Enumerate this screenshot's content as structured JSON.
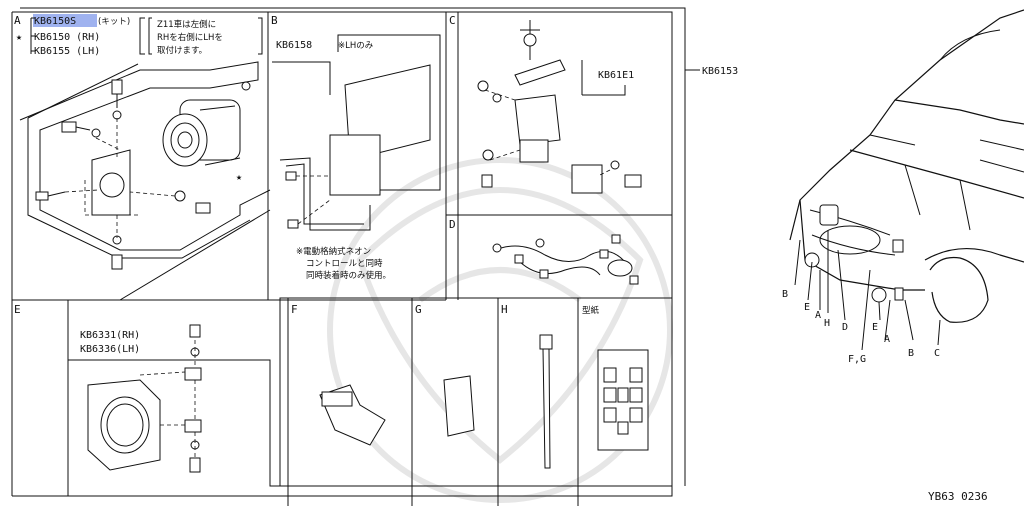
{
  "diagram": {
    "sections": {
      "A": "A",
      "B": "B",
      "C": "C",
      "D": "D",
      "E": "E",
      "F": "F",
      "G": "G",
      "H": "H",
      "template": "型紙"
    },
    "legend": {
      "kit_number": "KB6150S",
      "kit_label": "(キット)",
      "rh_number": "KB6150 (RH)",
      "lh_number": "KB6155 (LH)",
      "star": "★",
      "note_line1": "Z11車は左側に",
      "note_line2": "RHを右側にLHを",
      "note_line3": "取付けます。"
    },
    "callouts": {
      "kb6158": "KB6158",
      "lh_only": "※LHのみ",
      "kb61e1": "KB61E1",
      "kb6153": "KB6153",
      "kb6331": "KB6331(RH)",
      "kb6336": "KB6336(LH)",
      "b_note_line1": "※電動格納式ネオン",
      "b_note_line2": "コントロールと同時",
      "b_note_line3": "同時装着時のみ使用。"
    },
    "car_labels": [
      "B",
      "E",
      "A",
      "H",
      "D",
      "F,G",
      "E",
      "A",
      "B",
      "C"
    ],
    "figure_code": "YB63 0236"
  }
}
